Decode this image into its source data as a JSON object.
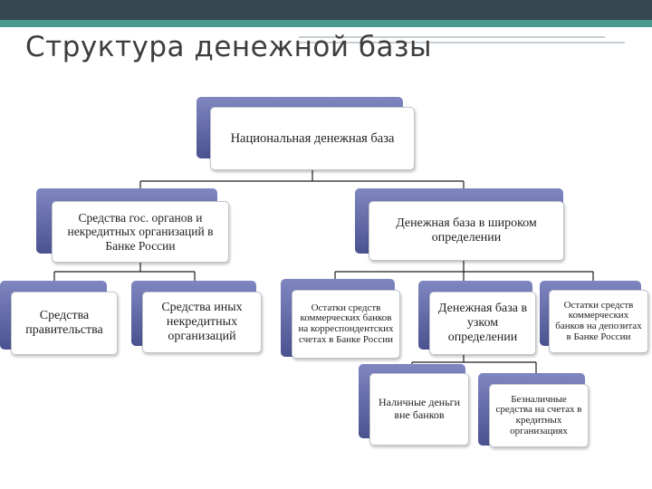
{
  "slide": {
    "title": "Структура денежной базы"
  },
  "nodes": {
    "national_base": "Национальная денежная база",
    "gov_funds": "Средства гос. органов  и некредитных организаций в Банке России",
    "broad_base": "Денежная база в широком определении",
    "government_funds": "Средства правительства",
    "other_noncredit_funds": "Средства иных некредитных организаций",
    "correspondent_balances": "Остатки средств коммерческих банков на корреспондентских счетах в Банке России",
    "narrow_base": "Денежная база в узком определении",
    "deposit_balances": "Остатки средств коммерческих банков на депозитах в Банке России",
    "cash_outside_banks": "Наличные деньги вне банков",
    "noncash_in_credit_orgs": "Безналичные средства на счетах в кредитных организациях"
  },
  "colors": {
    "header_bar": "#37474f",
    "header_accent": "#4a9a92",
    "node_shadow": "#5b63a6",
    "connector": "#1f1f1f"
  }
}
